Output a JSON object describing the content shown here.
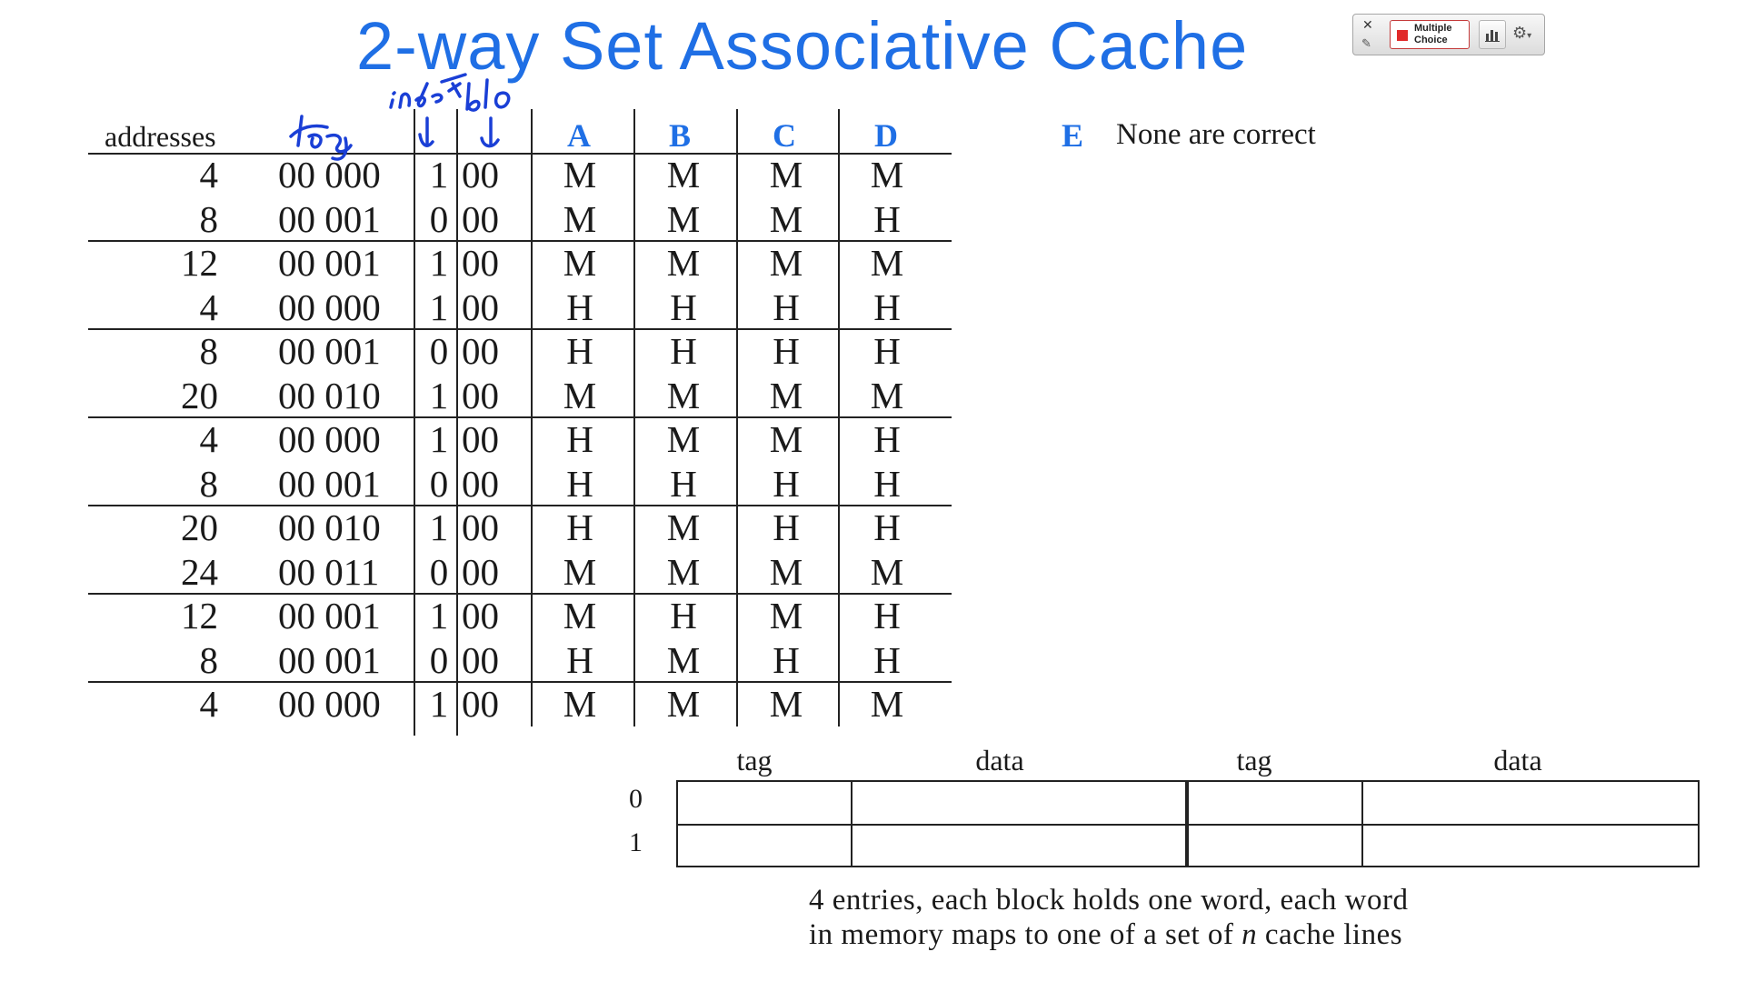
{
  "title": "2-way Set Associative Cache",
  "toolbar": {
    "close_glyph": "✕",
    "edit_glyph": "✎",
    "mode_label_line1": "Multiple",
    "mode_label_line2": "Choice",
    "gear_glyph": "⚙",
    "gear_arrow": "▾",
    "accent_color": "#e12a2a"
  },
  "table": {
    "addresses_header": "addresses",
    "option_headers": [
      "A",
      "B",
      "C",
      "D"
    ],
    "rows": [
      {
        "address": "4",
        "tag": "00 000",
        "index": "1",
        "offset": "00",
        "A": "M",
        "B": "M",
        "C": "M",
        "D": "M"
      },
      {
        "address": "8",
        "tag": "00 001",
        "index": "0",
        "offset": "00",
        "A": "M",
        "B": "M",
        "C": "M",
        "D": "H"
      },
      {
        "address": "12",
        "tag": "00 001",
        "index": "1",
        "offset": "00",
        "A": "M",
        "B": "M",
        "C": "M",
        "D": "M"
      },
      {
        "address": "4",
        "tag": "00 000",
        "index": "1",
        "offset": "00",
        "A": "H",
        "B": "H",
        "C": "H",
        "D": "H"
      },
      {
        "address": "8",
        "tag": "00 001",
        "index": "0",
        "offset": "00",
        "A": "H",
        "B": "H",
        "C": "H",
        "D": "H"
      },
      {
        "address": "20",
        "tag": "00 010",
        "index": "1",
        "offset": "00",
        "A": "M",
        "B": "M",
        "C": "M",
        "D": "M"
      },
      {
        "address": "4",
        "tag": "00 000",
        "index": "1",
        "offset": "00",
        "A": "H",
        "B": "M",
        "C": "M",
        "D": "H"
      },
      {
        "address": "8",
        "tag": "00 001",
        "index": "0",
        "offset": "00",
        "A": "H",
        "B": "H",
        "C": "H",
        "D": "H"
      },
      {
        "address": "20",
        "tag": "00 010",
        "index": "1",
        "offset": "00",
        "A": "H",
        "B": "M",
        "C": "H",
        "D": "H"
      },
      {
        "address": "24",
        "tag": "00 011",
        "index": "0",
        "offset": "00",
        "A": "M",
        "B": "M",
        "C": "M",
        "D": "M"
      },
      {
        "address": "12",
        "tag": "00 001",
        "index": "1",
        "offset": "00",
        "A": "M",
        "B": "H",
        "C": "M",
        "D": "H"
      },
      {
        "address": "8",
        "tag": "00 001",
        "index": "0",
        "offset": "00",
        "A": "H",
        "B": "M",
        "C": "H",
        "D": "H"
      },
      {
        "address": "4",
        "tag": "00 000",
        "index": "1",
        "offset": "00",
        "A": "M",
        "B": "M",
        "C": "M",
        "D": "M"
      }
    ]
  },
  "option_e": {
    "letter": "E",
    "text": "None are correct"
  },
  "cache": {
    "headers": [
      "tag",
      "data",
      "tag",
      "data"
    ],
    "rows": [
      "0",
      "1"
    ]
  },
  "caption": {
    "line1": "4 entries, each block holds one word, each word",
    "line2_before": "in memory maps to one of a set of ",
    "line2_var": "n",
    "line2_after": " cache lines"
  },
  "annotations": {
    "ink_color": "#1a3fd6",
    "labels": [
      "tag",
      "index",
      "blo"
    ]
  },
  "colors": {
    "title": "#1f6fe5",
    "option_letters": "#1f6fe5"
  }
}
